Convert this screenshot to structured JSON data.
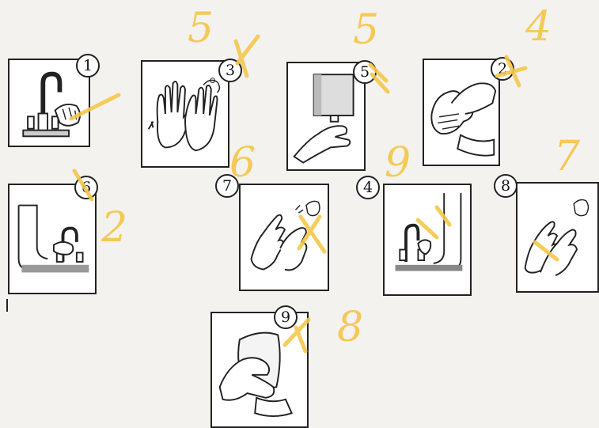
{
  "cards": [
    {
      "step": "1",
      "icon": "faucet-wet-hands-icon"
    },
    {
      "step": "3",
      "icon": "lather-hands-icon"
    },
    {
      "step": "5",
      "icon": "soap-dispenser-icon"
    },
    {
      "step": "2",
      "icon": "rub-palms-icon"
    },
    {
      "step": "6",
      "icon": "rinse-sink-icon"
    },
    {
      "step": "7",
      "icon": "rub-backs-icon"
    },
    {
      "step": "4",
      "icon": "faucet-sink-icon"
    },
    {
      "step": "8",
      "icon": "clasp-fingers-icon"
    },
    {
      "step": "9",
      "icon": "towel-dry-icon"
    }
  ],
  "handwritten": [
    "5",
    "5",
    "4",
    "6",
    "9",
    "7",
    "2",
    "8"
  ],
  "colors": {
    "annotation": "#f5c64b",
    "ink": "#222222"
  }
}
